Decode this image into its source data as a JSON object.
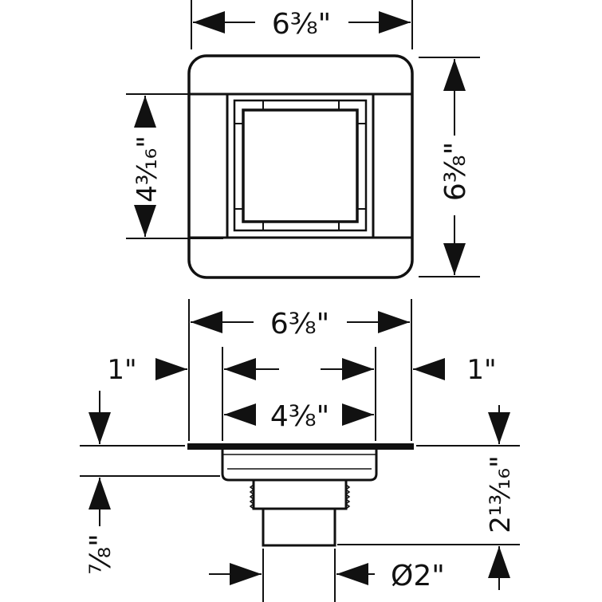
{
  "top_view": {
    "width_label": "6³⁄₈\"",
    "height_label": "6³⁄₈\"",
    "inner_height_label": "4³⁄₁₆\""
  },
  "side_view": {
    "flange_width_label": "6³⁄₈\"",
    "body_width_label": "4³⁄₈\"",
    "left_offset_label": "1\"",
    "right_offset_label": "1\"",
    "total_height_label": "2¹³⁄₁₆\"",
    "outlet_height_label": "⁷⁄₈\"",
    "outlet_diameter_label": "Ø2\""
  },
  "colors": {
    "line": "#111111",
    "background": "#ffffff"
  }
}
